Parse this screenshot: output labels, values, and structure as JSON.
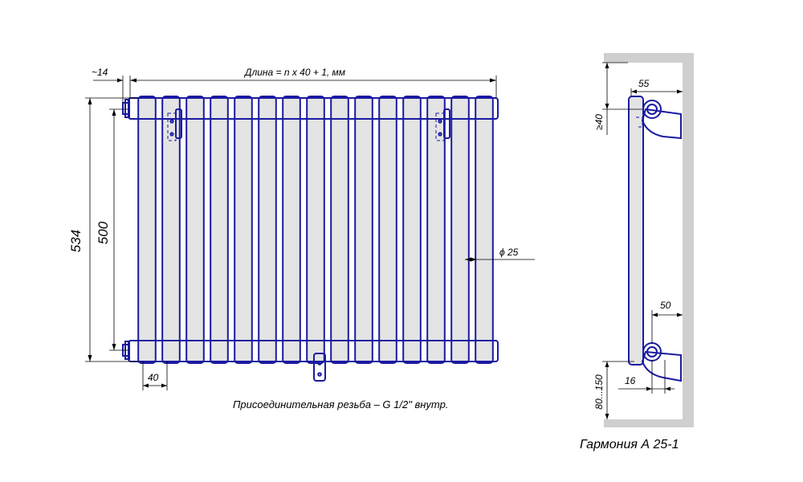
{
  "labels": {
    "offset_top": "~14",
    "length_formula": "Длина = n x 40 + 1, мм",
    "height_total": "534",
    "height_axis": "500",
    "pitch": "40",
    "diameter": "ϕ 25",
    "thread": "Присоединительная резьба – G 1/2\" внутр.",
    "side_depth_top": "55",
    "side_gap": "≥40",
    "side_depth_bottom": "50",
    "side_pipe": "16",
    "floor_gap": "80...150",
    "model_title": "Гармония  А 25-1"
  },
  "radiator": {
    "sections": 15
  },
  "colors": {
    "outline": "#1a1aa0",
    "dimension": "#000000",
    "wall": "#cfcfcf",
    "section_fill": "#e4e4e4"
  }
}
